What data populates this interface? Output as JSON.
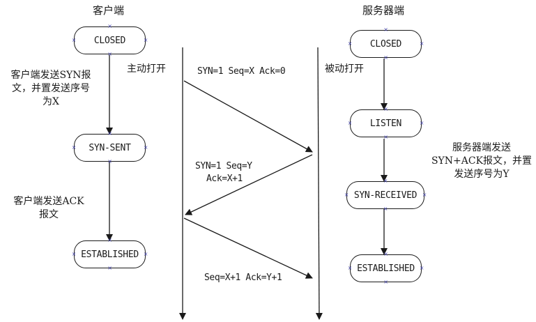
{
  "titles": {
    "client": "客户端",
    "server": "服务器端"
  },
  "client_states": [
    "CLOSED",
    "SYN-SENT",
    "ESTABLISHED"
  ],
  "server_states": [
    "CLOSED",
    "LISTEN",
    "SYN-RECEIVED",
    "ESTABLISHED"
  ],
  "labels": {
    "active_open": "主动打开",
    "passive_open": "被动打开",
    "client_send_syn": [
      "客户端发送SYN报",
      "文，并置发送序号",
      "为X"
    ],
    "client_send_ack": [
      "客户端发送ACK",
      "报文"
    ],
    "server_send_synack": [
      "服务器端发送",
      "SYN+ACK报文，并置",
      "发送序号为Y"
    ]
  },
  "messages": {
    "m1": "SYN=1 Seq=X Ack=0",
    "m2": [
      "SYN=1 Seq=Y",
      "Ack=X+1"
    ],
    "m3": "Seq=X+1 Ack=Y+1"
  },
  "colors": {
    "line": "#1a1a1a",
    "marker": "#4040a8"
  }
}
